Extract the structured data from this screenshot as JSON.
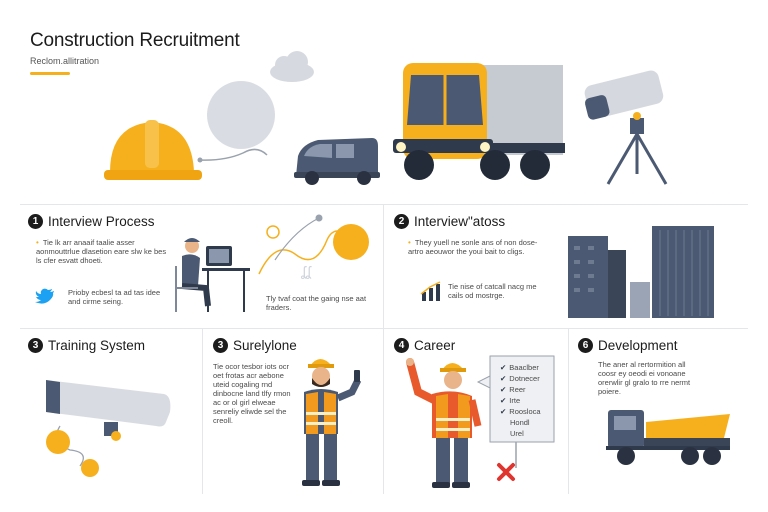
{
  "header": {
    "title": "Construction Recruitment",
    "subtitle": "Reclom.allitration"
  },
  "sections": [
    {
      "number": "1",
      "title": "Interview Process",
      "text": "Tie lk arr anaaif taalie asser aonmouttrlue dlasetion eare slw ke bes ls cfer esvatt dhoeti.",
      "note": "Prioby ecbesl ta ad tas idee and cirme seing.",
      "caption": "Tly tvaf coat the gaing nse aat fraders."
    },
    {
      "number": "2",
      "title": "Interview\"atoss",
      "text": "They yuell ne sonle ans of non dose-artro aeouwor the youi bait to cligs.",
      "note": "Tie nise of catcall nacg me cails od mostrge."
    },
    {
      "number": "3",
      "title": "Training System"
    },
    {
      "number": "3",
      "title": "Surelylone",
      "text": "Tie ocor tesbor iots ocr oet frotas acr aebone uteid cogaling rnd dinbocne land tlfy rmon ac or ol girl elweae senreliy eliwde sel the creoll."
    },
    {
      "number": "4",
      "title": "Career",
      "checklist": [
        "Baaclber",
        "Dotnecer",
        "Reer",
        "Irte",
        "Roosloca",
        "Hondl",
        "Urel"
      ]
    },
    {
      "number": "6",
      "title": "Development",
      "text": "The aner al rertormition all coosr ey oeodi ei vonoane orerwlir gl gralo to rre nermt poiere."
    }
  ],
  "colors": {
    "accent": "#f6b01e",
    "slate": "#4b5a72",
    "light_gray": "#cfd4dc",
    "worker_orange": "#e8592c",
    "vest_orange": "#f29a1d",
    "x_red": "#e0352f",
    "twitter_blue": "#1da1f2"
  },
  "icons": [
    "hard-hat-icon",
    "van-icon",
    "truck-icon",
    "security-camera-icon",
    "laptop-icon",
    "twitter-icon",
    "chart-icon",
    "buildings-icon",
    "worker-icon",
    "checklist-icon",
    "x-mark-icon",
    "dump-truck-icon",
    "cloud-icon"
  ]
}
